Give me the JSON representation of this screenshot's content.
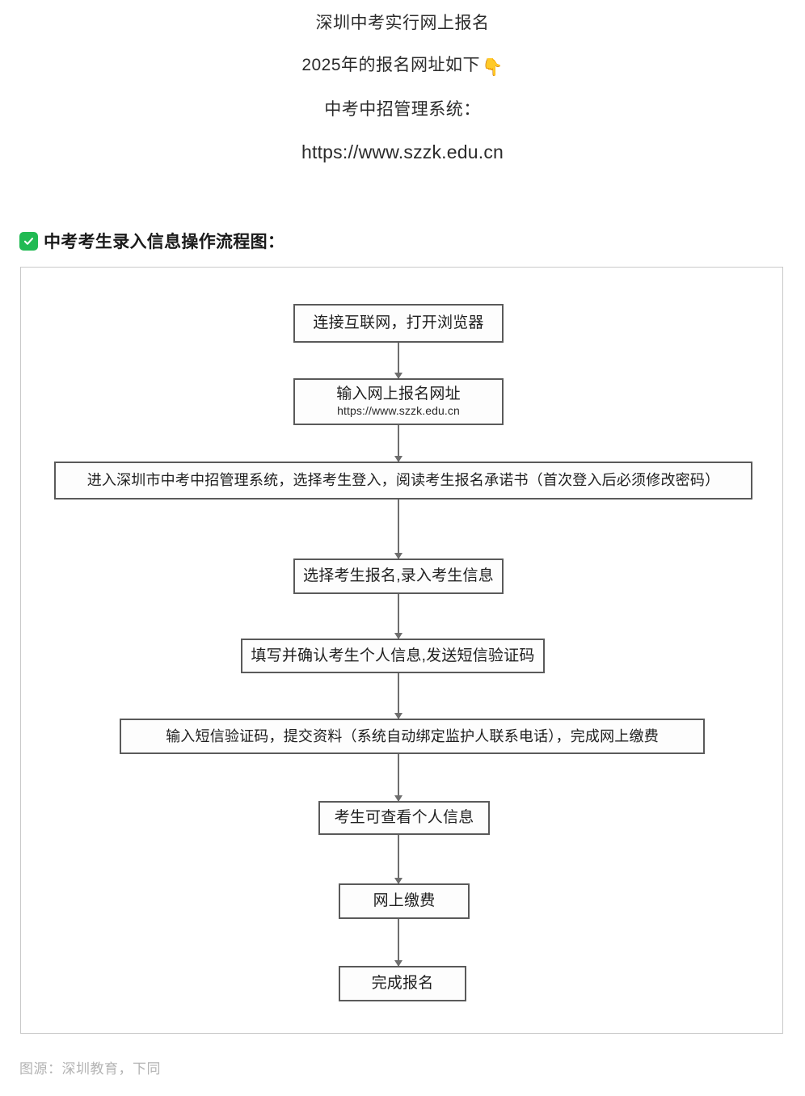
{
  "header": {
    "lines": [
      {
        "text": "深圳中考实行网上报名",
        "emoji": ""
      },
      {
        "text": "2025年的报名网址如下",
        "emoji": "👇"
      },
      {
        "text": "中考中招管理系统：",
        "emoji": ""
      },
      {
        "text": "https://www.szzk.edu.cn",
        "emoji": ""
      }
    ]
  },
  "section": {
    "icon": "green-check-icon",
    "title": "中考考生录入信息操作流程图："
  },
  "flowchart": {
    "nodes": [
      {
        "id": "node-1",
        "label": "连接互联网，打开浏览器",
        "sub": ""
      },
      {
        "id": "node-2",
        "label": "输入网上报名网址",
        "sub": "https://www.szzk.edu.cn"
      },
      {
        "id": "node-3",
        "label": "进入深圳市中考中招管理系统，选择考生登入，阅读考生报名承诺书（首次登入后必须修改密码）",
        "sub": ""
      },
      {
        "id": "node-4",
        "label": "选择考生报名,录入考生信息",
        "sub": ""
      },
      {
        "id": "node-5",
        "label": "填写并确认考生个人信息,发送短信验证码",
        "sub": ""
      },
      {
        "id": "node-6",
        "label": "输入短信验证码，提交资料（系统自动绑定监护人联系电话），完成网上缴费",
        "sub": ""
      },
      {
        "id": "node-7",
        "label": "考生可查看个人信息",
        "sub": ""
      },
      {
        "id": "node-8",
        "label": "网上缴费",
        "sub": ""
      },
      {
        "id": "node-9",
        "label": "完成报名",
        "sub": ""
      }
    ]
  },
  "footer": {
    "note": "图源：深圳教育，下同"
  },
  "colors": {
    "check_green": "#21ba53",
    "node_border": "#5a5a5a",
    "connector": "#6e6e6e",
    "frame_border": "#c9c9c9",
    "footer_text": "#b3b3b3"
  }
}
